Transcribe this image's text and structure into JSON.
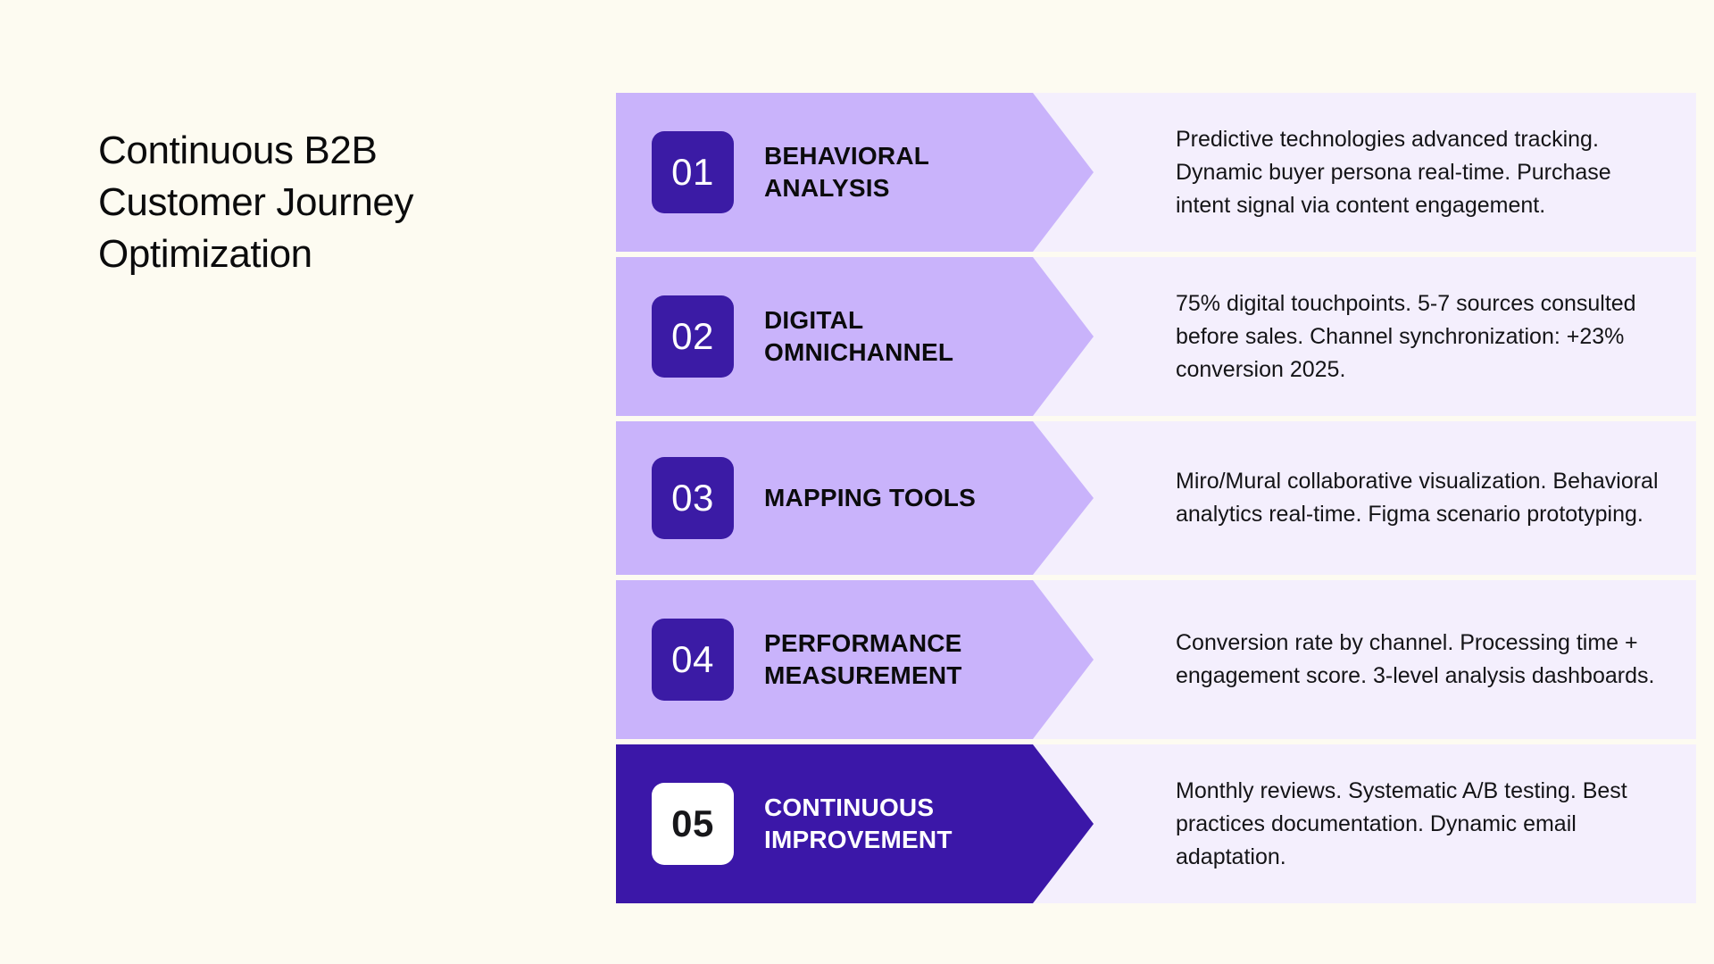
{
  "page": {
    "background_color": "#FDFBF1",
    "title": "Continuous B2B\nCustomer Journey\nOptimization"
  },
  "theme": {
    "arrow_fill": "#C9B3FB",
    "arrow_active_fill": "#3B17A8",
    "badge_fill": "#3B1BA5",
    "badge_active_fill": "#FFFFFF",
    "description_panel_fill": "#F4EFFD",
    "text_color": "#0B0B0C",
    "active_text_color": "#FFFFFF"
  },
  "steps": [
    {
      "number": "01",
      "label": "BEHAVIORAL\nANALYSIS",
      "description": "Predictive technologies advanced tracking. Dynamic buyer persona real-time. Purchase intent signal via content engagement.",
      "active": false
    },
    {
      "number": "02",
      "label": "DIGITAL\nOMNICHANNEL",
      "description": "75% digital touchpoints. 5-7 sources consulted before sales. Channel synchronization: +23% conversion 2025.",
      "active": false
    },
    {
      "number": "03",
      "label": "MAPPING TOOLS",
      "description": "Miro/Mural collaborative visualization. Behavioral analytics real-time. Figma scenario prototyping.",
      "active": false
    },
    {
      "number": "04",
      "label": "PERFORMANCE\nMEASUREMENT",
      "description": "Conversion rate by channel. Processing time + engagement score. 3-level analysis dashboards.",
      "active": false
    },
    {
      "number": "05",
      "label": "CONTINUOUS\nIMPROVEMENT",
      "description": "Monthly reviews. Systematic A/B testing. Best practices documentation. Dynamic email adaptation.",
      "active": true
    }
  ]
}
